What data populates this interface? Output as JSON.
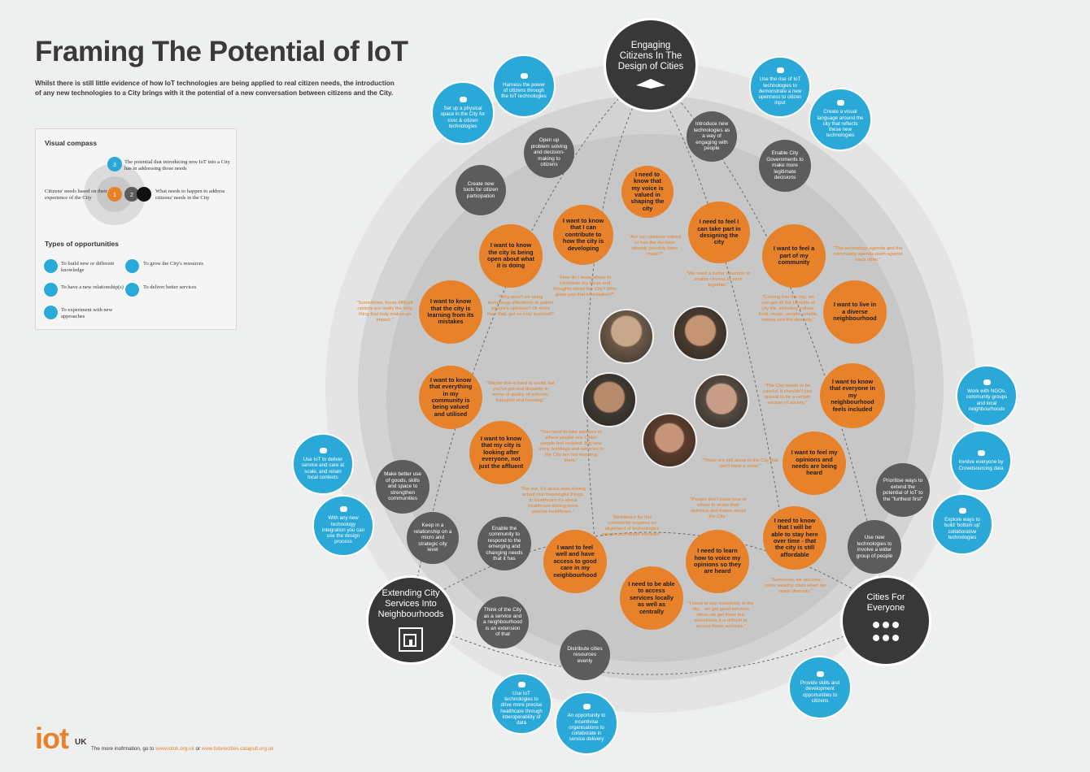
{
  "header": {
    "title": "Framing The Potential of IoT",
    "intro": "Whilst there is still little evidence of how IoT technologies are being applied to real citizen needs, the introduction of any new technologies to a City brings with it the potential of a new conversation between citizens and the City."
  },
  "compass": {
    "title": "Visual compass",
    "item3": "The potential that introducing new IoT into a City has in addressing those needs",
    "item1": "Citizens' needs based on their experience of the City",
    "item2": "What needs to happen to address citizens' needs in the City",
    "n1": "1",
    "n2": "2",
    "n3": "3",
    "types_title": "Types of opportunities",
    "types": [
      "To build new or different knowledge",
      "To grow the City's resources",
      "To have a new relationship(s)",
      "To deliver better services",
      "To experiment with new approaches"
    ]
  },
  "hubs": {
    "top": "Engaging Citizens In The Design of Cities",
    "left": "Extending City Services Into Neighbourhoods",
    "right": "Cities For Everyone"
  },
  "orange_needs": [
    "I need to know that my voice is valued in shaping the city",
    "I want to know that I can contribute to how the city is developing",
    "I need to feel I can take part in designing the city",
    "I want to know the city is being open about what it is doing",
    "I want to feel a part of my community",
    "I want to know that the city is learning from its mistakes",
    "I want to live in a diverse neighbourhood",
    "I want to know that everything in my community is being valued and utilised",
    "I want to know that everyone in my neighbourhood feels included",
    "I want to know that my city is looking after everyone, not just the affluent",
    "I want to feel my opinions and needs are being heard",
    "I need to know that I will be able to stay here over time - that the city is still affordable",
    "I want to feel well and have access to good care in my neighbourhood",
    "I need to learn how to voice my opinions so they are heard",
    "I need to be able to access services locally as well as centrally"
  ],
  "grey_actions": [
    "Open up problem solving and decision-making to citizens",
    "Introduce new technologies as a way of engaging with people",
    "Enable City Governments to make more legitimate decisions",
    "Create new tools for citizen participation",
    "Make better use of goods, skills and space to strengthen communities",
    "Prioritise ways to extend the potential of IoT to the \"furthest first\"",
    "Keep in a relationship on a micro and strategic city level",
    "Enable the community to respond to the emerging and changing needs that it has",
    "Use new technologies to involve a wider group of people",
    "Think of the City as a service and a neighbourhood is an extension of that",
    "Distribute cities resources evenly"
  ],
  "blue_opportunities": [
    "Harness the power of citizens through the IoT technologies",
    "Set up a physical space in the City for civic & citizen technologies",
    "Use the rise of IoT technologies to demonstrate a new openness to citizen input",
    "Create a visual language around the city that reflects these new technologies",
    "Work with NGOs, community groups and local neighbourhoods",
    "Involve everyone by Crowdsourcing data",
    "Explore ways to build 'bottom up' collaborative technologies",
    "Use IoT to deliver service and care at scale, and retain local contexts",
    "With any new technology integration you can use the design process",
    "Use IoT technologies to drive more precise healthcare through interoperability of data",
    "An opportunity to incentivise organisations to collaborate in service delivery",
    "Provide skills and development opportunities to citizens"
  ],
  "quotes": [
    "\"Are our opinions valued or has the decision already possibly been made?\"",
    "\"We need a better structure to enable citizens to work together.\"",
    "\"The technology agenda and the community agenda push against each other.\"",
    "\"How do I know where to contribute my ideas and thoughts about the City? Who gives you that information?\"",
    "\"Why aren't we using technology effectively to gather people's opinions? Or more than that, get us truly involved!\"",
    "\"Sometimes, those difficult options are really the only thing that truly makes an impact.\"",
    "\"Coming into the city, we can get all the benefits of city life, including culture, food, music, people, smells, noises and the diversity.\"",
    "\"Maybe this is hard to avoid, but you've got real disparity in terms of quality of schools, transport and housing.\"",
    "\"The City needs to be careful, it shouldn't just appeal to be a certain section of society.\"",
    "\"You need to take services to where people are. Older people feel isolated. Big new shiny buildings and services in the City are not reaching them.\"",
    "\"There are still areas in the City that don't have a voice.\"",
    "\"For me, it's about data driving actual real meaningful things, in healthcare it's about healthcare driving more precise healthcare.\"",
    "\"People don't know how or where to share their opinions and hopes about the City.\"",
    "\"Resilience for this community requires an alignment of technologies people and health services.\"",
    "\"Somehow, we become more wealthy cities when we retain diversity.\"",
    "\"I need to see somebody in the city... we get good services when we get there but sometimes it is difficult to access these services.\""
  ],
  "footer": {
    "logo_main": "iot",
    "logo_suffix": "UK",
    "text": "The more inofrmation, go to",
    "link1": "www.iotuk.org.uk",
    "or": "or",
    "link2": "www.futurecities.catapult.org.uk"
  },
  "colors": {
    "orange": "#e8822a",
    "blue": "#2aa9d9",
    "grey": "#5c5c5c",
    "dark": "#383838"
  }
}
